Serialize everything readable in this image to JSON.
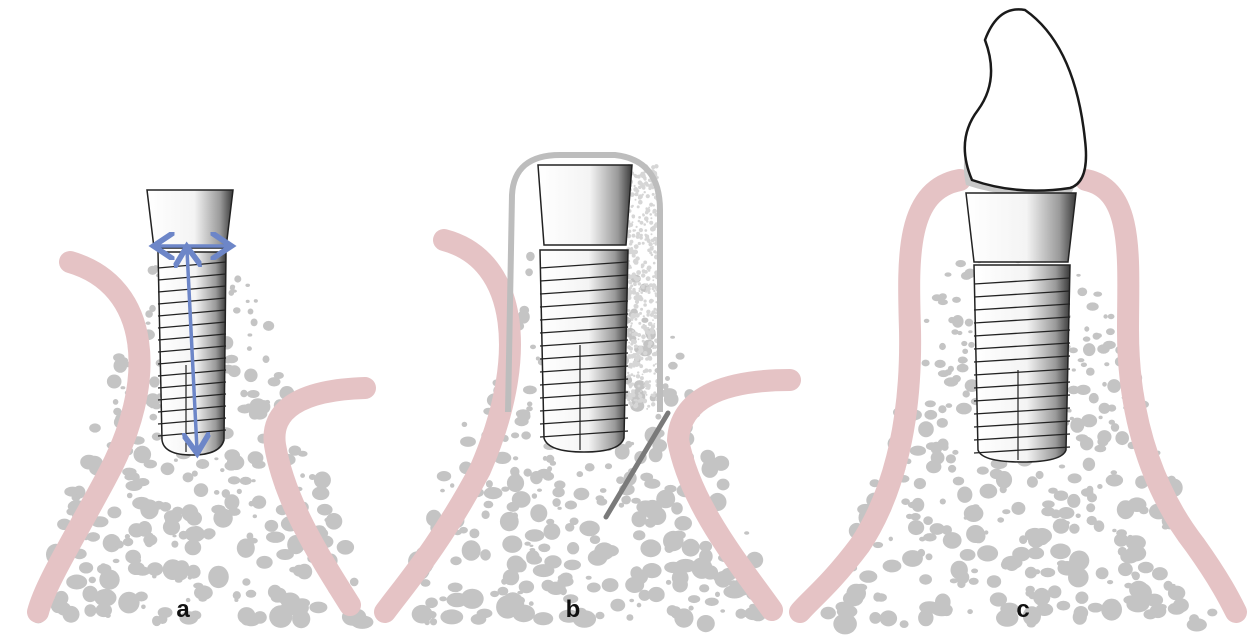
{
  "figure": {
    "panels": [
      {
        "id": "a",
        "label": "a"
      },
      {
        "id": "b",
        "label": "b"
      },
      {
        "id": "c",
        "label": "c"
      }
    ]
  },
  "colors": {
    "gingiva": "#e5c3c5",
    "bone_particles": "#c4c4c4",
    "graft_particles": "#d6d6d6",
    "membrane": "#bdbdbd",
    "measure_arrows": "#6d86c8",
    "instrument": "#7a7a7a",
    "outline": "#222222",
    "crown_shadow": "#c8c8c8"
  }
}
